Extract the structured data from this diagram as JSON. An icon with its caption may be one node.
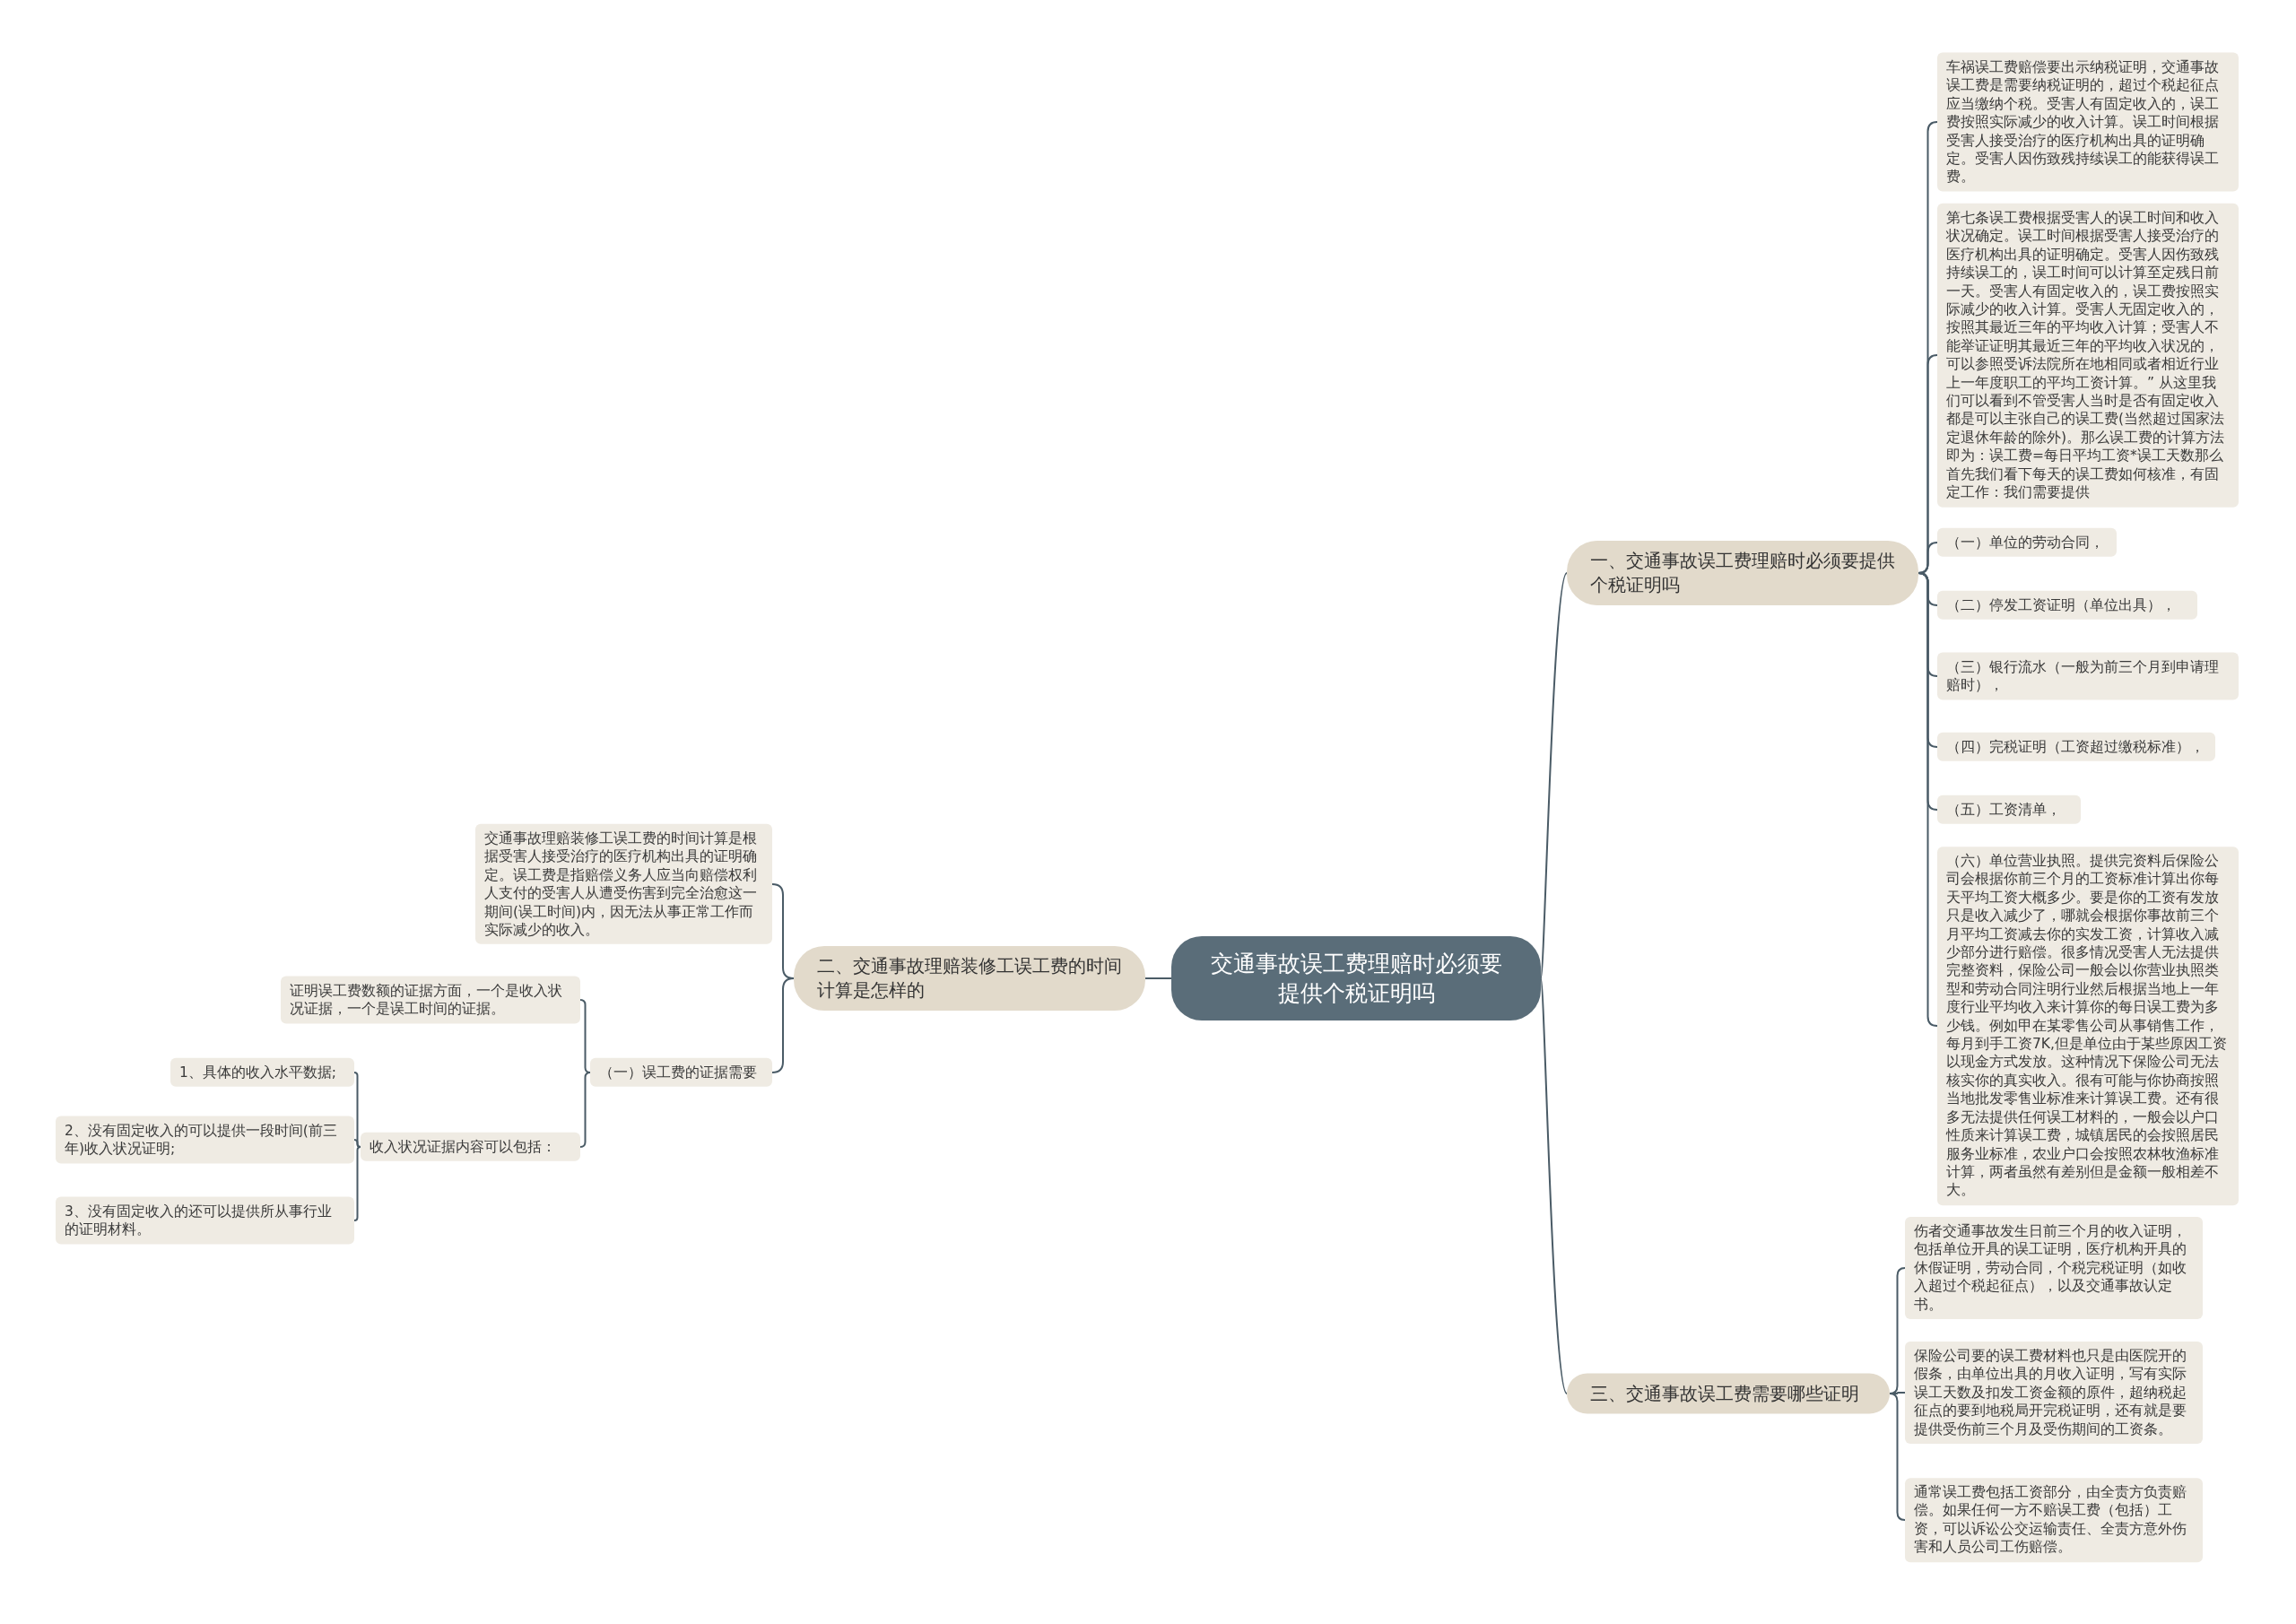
{
  "diagram": {
    "nodes": [
      {
        "text": [
          "交通事故误工费理赔时必须要提供个税证明吗"
        ]
      },
      {
        "text": [
          "一、交通事故误工费理赔时必须要提供个税证明吗"
        ]
      },
      {
        "text": [
          "车祸误工费赔偿要出示纳税证明，交通事故误工费是需要纳税证明的，超过个税起征点应当缴纳个税。受害人有固定收入的，误工费按照实际减少的收入计算。误工时间根据受害人接受治疗的医疗机构出具的证明确定。受害人因伤致残持续误工的能获得误工费。"
        ]
      },
      {
        "text": [
          "第七条误工费根据受害人的误工时间和收入状况确定。误工时间根据受害人接受治疗的医疗机构出具的证明确定。受害人因伤致残持续误工的，误工时间可以计算至定残日前一天。受害人有固定收入的，误工费按照实际减少的收入计算。受害人无固定收入的，按照其最近三年的平均收入计算；受害人不能举证证明其最近三年的平均收入状况的，可以参照受诉法院所在地相同或者相近行业上一年度职工的平均工资计算。” 从这里我们可以看到不管受害人当时是否有固定收入都是可以主张自己的误工费(当然超过国家法定退休年龄的除外)。那么误工费的计算方法即为：误工费=每日平均工资*误工天数那么首先我们看下每天的误工费如何核准，有固定工作：我们需要提供"
        ]
      },
      {
        "text": [
          "（一）单位的劳动合同，"
        ]
      },
      {
        "text": [
          "（二）停发工资证明（单位出具），"
        ]
      },
      {
        "text": [
          "（三）银行流水（一般为前三个月到申请理赔时），"
        ]
      },
      {
        "text": [
          "（四）完税证明（工资超过缴税标准），"
        ]
      },
      {
        "text": [
          "（五）工资清单，"
        ]
      },
      {
        "text": [
          "（六）单位营业执照。提供完资料后保险公司会根据你前三个月的工资标准计算出你每天平均工资大概多少。要是你的工资有发放只是收入减少了，哪就会根据你事故前三个月平均工资减去你的实发工资，计算收入减少部分进行赔偿。很多情况受害人无法提供完整资料，保险公司一般会以你营业执照类型和劳动合同注明行业然后根据当地上一年度行业平均收入来计算你的每日误工费为多少钱。例如甲在某零售公司从事销售工作，每月到手工资7K,但是单位由于某些原因工资以现金方式发放。这种情况下保险公司无法核实你的真实收入。很有可能与你协商按照当地批发零售业标准来计算误工费。还有很多无法提供任何误工材料的，一般会以户口性质来计算误工费，城镇居民的会按照居民服务业标准，农业户口会按照农林牧渔标准计算，两者虽然有差别但是金额一般相差不大。"
        ]
      },
      {
        "text": [
          "二、交通事故理赔装修工误工费的时间计算是怎样的"
        ]
      },
      {
        "text": [
          "交通事故理赔装修工误工费的时间计算是根据受害人接受治疗的医疗机构出具的证明确定。误工费是指赔偿义务人应当向赔偿权利人支付的受害人从遭受伤害到完全治愈这一期间(误工时间)内，因无法从事正常工作而实际减少的收入。"
        ]
      },
      {
        "text": [
          "（一）误工费的证据需要"
        ]
      },
      {
        "text": [
          "证明误工费数额的证据方面，一个是收入状况证据，一个是误工时间的证据。"
        ]
      },
      {
        "text": [
          "收入状况证据内容可以包括："
        ]
      },
      {
        "text": [
          "1、具体的收入水平数据;"
        ]
      },
      {
        "text": [
          "2、没有固定收入的可以提供一段时间(前三年)收入状况证明;"
        ]
      },
      {
        "text": [
          "3、没有固定收入的还可以提供所从事行业的证明材料。"
        ]
      },
      {
        "text": [
          "三、交通事故误工费需要哪些证明"
        ]
      },
      {
        "text": [
          "伤者交通事故发生日前三个月的收入证明，包括单位开具的误工证明，医疗机构开具的休假证明，劳动合同，个税完税证明（如收入超过个税起征点），以及交通事故认定书。"
        ]
      },
      {
        "text": [
          "保险公司要的误工费材料也只是由医院开的假条，由单位出具的月收入证明，写有实际误工天数及扣发工资金额的原件，超纳税起征点的要到地税局开完税证明，还有就是要提供受伤前三个月及受伤期间的工资条。"
        ]
      },
      {
        "text": [
          "通常误工费包括工资部分，由全责方负责赔偿。如果任何一方不赔误工费（包括）工资，可以诉讼公交运输责任、全责方意外伤害和人员公司工伤赔偿。"
        ]
      }
    ],
    "edges": [
      {
        "from": 0,
        "to": 1,
        "arrow": "none"
      },
      {
        "from": 1,
        "to": 2,
        "arrow": "none"
      },
      {
        "from": 1,
        "to": 3,
        "arrow": "none"
      },
      {
        "from": 1,
        "to": 4,
        "arrow": "none"
      },
      {
        "from": 1,
        "to": 5,
        "arrow": "none"
      },
      {
        "from": 1,
        "to": 6,
        "arrow": "none"
      },
      {
        "from": 1,
        "to": 7,
        "arrow": "none"
      },
      {
        "from": 1,
        "to": 8,
        "arrow": "none"
      },
      {
        "from": 1,
        "to": 9,
        "arrow": "none"
      },
      {
        "from": 0,
        "to": 10,
        "arrow": "none"
      },
      {
        "from": 10,
        "to": 11,
        "arrow": "none"
      },
      {
        "from": 10,
        "to": 12,
        "arrow": "none"
      },
      {
        "from": 12,
        "to": 13,
        "arrow": "none"
      },
      {
        "from": 12,
        "to": 14,
        "arrow": "none"
      },
      {
        "from": 14,
        "to": 15,
        "arrow": "none"
      },
      {
        "from": 14,
        "to": 16,
        "arrow": "none"
      },
      {
        "from": 14,
        "to": 17,
        "arrow": "none"
      },
      {
        "from": 0,
        "to": 18,
        "arrow": "none"
      },
      {
        "from": 18,
        "to": 19,
        "arrow": "none"
      },
      {
        "from": 18,
        "to": 20,
        "arrow": "none"
      },
      {
        "from": 18,
        "to": 21,
        "arrow": "none"
      }
    ]
  }
}
